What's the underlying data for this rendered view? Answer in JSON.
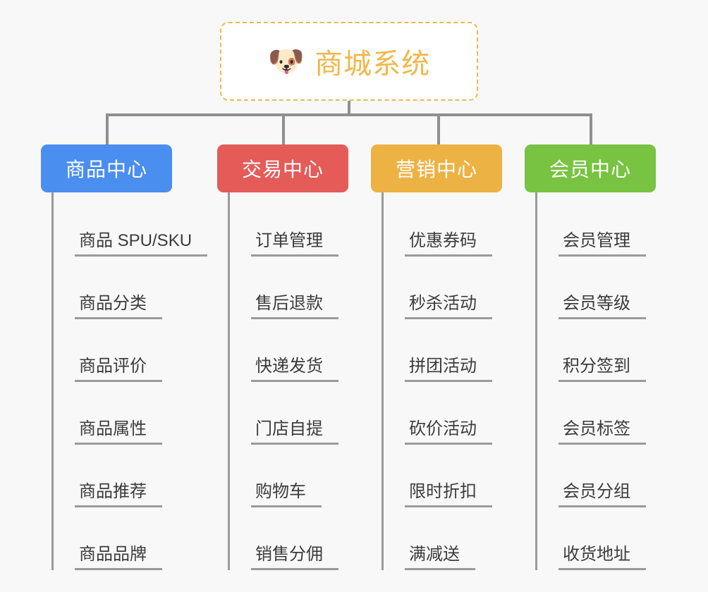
{
  "canvas": {
    "background": "#f8f8f8",
    "line_color": "#9a9a9a"
  },
  "root": {
    "title": "商城系统",
    "icon": "shiba-dog-emoji",
    "emoji": "🐶",
    "text_color": "#f0b84a",
    "border_color": "#f0b84a"
  },
  "columns": [
    {
      "id": "product-center",
      "title": "商品中心",
      "color": "#4a8ef0",
      "items": [
        "商品 SPU/SKU",
        "商品分类",
        "商品评价",
        "商品属性",
        "商品推荐",
        "商品品牌"
      ]
    },
    {
      "id": "trade-center",
      "title": "交易中心",
      "color": "#e45b58",
      "items": [
        "订单管理",
        "售后退款",
        "快递发货",
        "门店自提",
        "购物车",
        "销售分佣"
      ]
    },
    {
      "id": "marketing-center",
      "title": "营销中心",
      "color": "#edb244",
      "items": [
        "优惠券码",
        "秒杀活动",
        "拼团活动",
        "砍价活动",
        "限时折扣",
        "满减送"
      ]
    },
    {
      "id": "member-center",
      "title": "会员中心",
      "color": "#78c341",
      "items": [
        "会员管理",
        "会员等级",
        "积分签到",
        "会员标签",
        "会员分组",
        "收货地址"
      ]
    }
  ]
}
